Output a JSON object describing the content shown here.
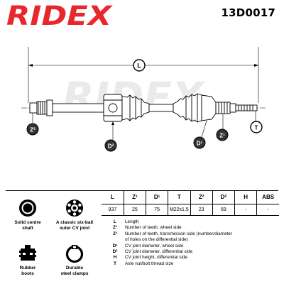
{
  "brand": "RIDEX",
  "part_number": "13D0017",
  "dimension_labels": {
    "length": "L",
    "d2": "D²",
    "d1": "D¹",
    "z1": "Z¹",
    "z2": "Z²",
    "t": "T"
  },
  "watermark": "RIDEX",
  "features": [
    {
      "icon": "solid-shaft-icon",
      "label_line1": "Solid centre",
      "label_line2": "shaft"
    },
    {
      "icon": "cv-joint-icon",
      "label_line1": "A classic six-ball",
      "label_line2": "outer CV joint"
    },
    {
      "icon": "rubber-boot-icon",
      "label_line1": "Rubber",
      "label_line2": "boots"
    },
    {
      "icon": "clamp-icon",
      "label_line1": "Durable",
      "label_line2": "steel clamps"
    }
  ],
  "specs": {
    "headers": [
      "L",
      "Z¹",
      "D¹",
      "T",
      "Z²",
      "D²",
      "H",
      "ABS"
    ],
    "values": [
      "937",
      "25",
      "75",
      "M22x1.5",
      "23",
      "69",
      "-",
      "-"
    ]
  },
  "legend": [
    {
      "key": "L",
      "text": "Length"
    },
    {
      "key": "Z¹",
      "text": "Number of teeth, wheel side"
    },
    {
      "key": "Z²",
      "text": "Number of teeth, transmission side (number/diameter"
    },
    {
      "key": "",
      "text": "of holes on the differential side)"
    },
    {
      "key": "D¹",
      "text": "CV joint diameter, wheel side"
    },
    {
      "key": "D²",
      "text": "CV joint diameter, differential side"
    },
    {
      "key": "H",
      "text": "CV joint height, differential side"
    },
    {
      "key": "T",
      "text": "Axle nut/bolt thread size"
    }
  ],
  "colors": {
    "accent": "#e8272d",
    "ink": "#000000",
    "callout": "#333333"
  }
}
